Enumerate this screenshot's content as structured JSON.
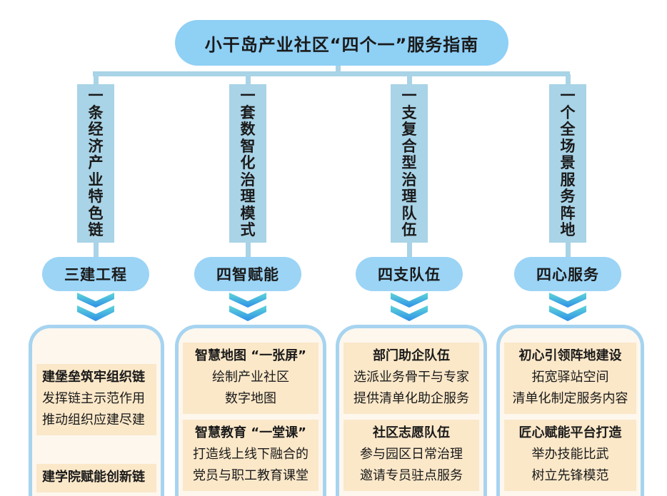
{
  "title": "小干岛产业社区“四个一”服务指南",
  "columns": [
    {
      "vertical_label": [
        "一",
        "条",
        "经",
        "济",
        "产",
        "业",
        "特",
        "色",
        "链"
      ],
      "pill": "三建工程",
      "sections": [
        {
          "heading": "建堡垒筑牢组织链",
          "lines": [
            "发挥链主示范作用",
            "推动组织应建尽建"
          ]
        },
        {
          "heading": "建学院赋能创新链",
          "lines": []
        }
      ]
    },
    {
      "vertical_label": [
        "一",
        "套",
        "数",
        "智",
        "化",
        "治",
        "理",
        "模",
        "式"
      ],
      "pill": "四智赋能",
      "sections": [
        {
          "heading": "智慧地图 “一张屏”",
          "lines": [
            "绘制产业社区",
            "数字地图"
          ]
        },
        {
          "heading": "智慧教育 “一堂课”",
          "lines": [
            "打造线上线下融合的",
            "党员与职工教育课堂"
          ]
        }
      ]
    },
    {
      "vertical_label": [
        "一",
        "支",
        "复",
        "合",
        "型",
        "治",
        "理",
        "队",
        "伍"
      ],
      "pill": "四支队伍",
      "sections": [
        {
          "heading": "部门助企队伍",
          "lines": [
            "选派业务骨干与专家",
            "提供清单化助企服务"
          ]
        },
        {
          "heading": "社区志愿队伍",
          "lines": [
            "参与园区日常治理",
            "邀请专员驻点服务"
          ]
        }
      ]
    },
    {
      "vertical_label": [
        "一",
        "个",
        "全",
        "场",
        "景",
        "服",
        "务",
        "阵",
        "地"
      ],
      "pill": "四心服务",
      "sections": [
        {
          "heading": "初心引领阵地建设",
          "lines": [
            "拓宽驿站空间",
            "清单化制定服务内容"
          ]
        },
        {
          "heading": "匠心赋能平台打造",
          "lines": [
            "举办技能比武",
            "树立先锋模范"
          ]
        }
      ]
    }
  ]
}
